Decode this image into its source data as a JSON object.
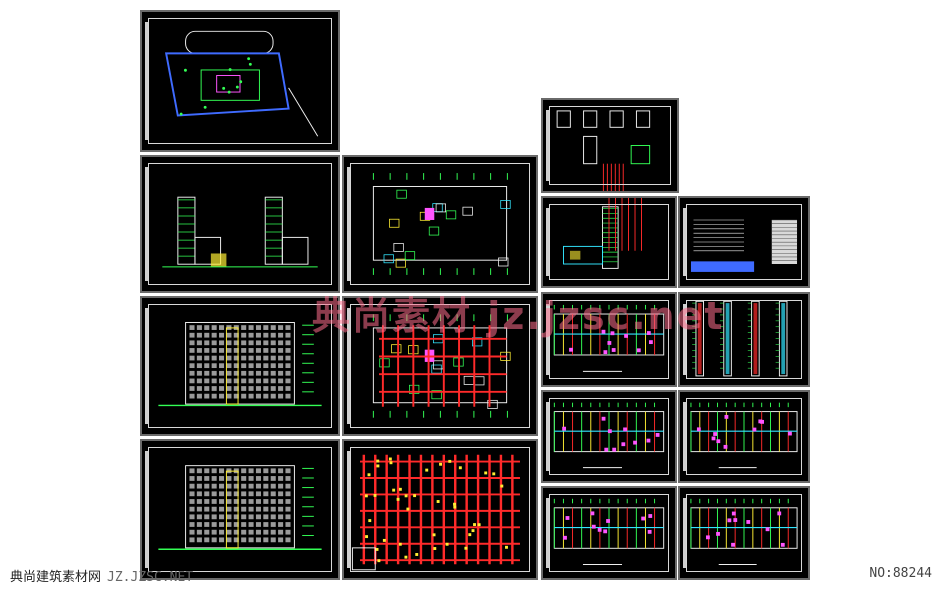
{
  "watermark": {
    "text": "典尚素材 jz.jzsc.net",
    "color": "#ff6e8c"
  },
  "footer": {
    "site_name": "典尚建筑素材网",
    "site_url": "JZ.JZSC.NET",
    "id_text": "NO:88244"
  },
  "colors": {
    "background": "#ffffff",
    "sheet": "#000000",
    "line_green": "#33ff55",
    "line_white": "#f0f0f0",
    "line_red": "#ff2a2a",
    "line_yellow": "#ffee33",
    "line_magenta": "#ff55ff",
    "line_blue": "#3f6bff",
    "line_cyan": "#33e6ff"
  },
  "sheets": [
    {
      "name": "site-plan-sheet",
      "kind": "site"
    },
    {
      "name": "section-elevation-sheet",
      "kind": "section"
    },
    {
      "name": "ground-floor-plan-sheet",
      "kind": "plan"
    },
    {
      "name": "front-elevation-sheet",
      "kind": "elevation"
    },
    {
      "name": "second-floor-plan-sheet",
      "kind": "plan-red"
    },
    {
      "name": "rear-elevation-sheet",
      "kind": "elevation"
    },
    {
      "name": "structure-grid-plan-sheet",
      "kind": "grid-red"
    },
    {
      "name": "detail-sheet",
      "kind": "detail"
    },
    {
      "name": "stair-section-sheet",
      "kind": "stair"
    },
    {
      "name": "schedule-table-sheet",
      "kind": "table"
    },
    {
      "name": "standard-floor-plan-a-sheet",
      "kind": "floor"
    },
    {
      "name": "column-elevation-sheet",
      "kind": "columns"
    },
    {
      "name": "standard-floor-plan-b-sheet",
      "kind": "floor"
    },
    {
      "name": "standard-floor-plan-c-sheet",
      "kind": "floor"
    },
    {
      "name": "roof-plan-sheet",
      "kind": "floor"
    },
    {
      "name": "top-floor-plan-sheet",
      "kind": "floor"
    }
  ]
}
